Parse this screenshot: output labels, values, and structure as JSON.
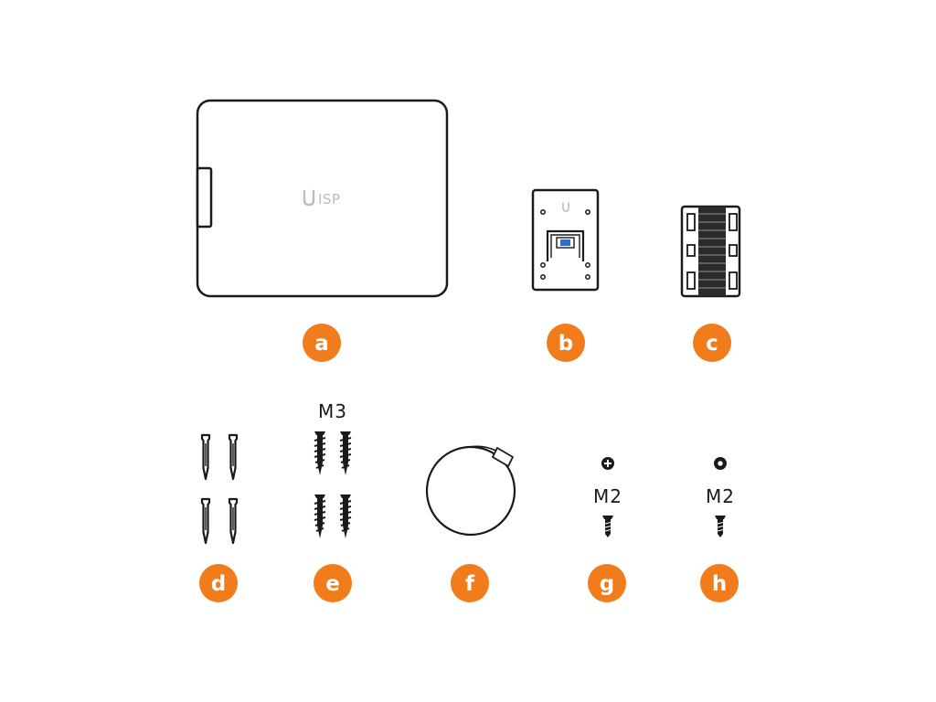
{
  "colors": {
    "badge": "#f07c1c",
    "line": "#1a1a1a",
    "brand": "#b9bcc2",
    "accent": "#2e6ecf"
  },
  "device": {
    "brand_text": "ISP",
    "logo_icon": "ubiquiti-u-logo"
  },
  "items": [
    {
      "letter": "a",
      "icon": "enclosure-box-icon"
    },
    {
      "letter": "b",
      "icon": "mounting-bracket-icon"
    },
    {
      "letter": "c",
      "icon": "heatsink-module-icon"
    },
    {
      "letter": "d",
      "icon": "wall-anchor-icon",
      "quantity": 4
    },
    {
      "letter": "e",
      "icon": "wood-screw-icon",
      "size": "M3",
      "quantity": 4
    },
    {
      "letter": "f",
      "icon": "hose-clamp-icon"
    },
    {
      "letter": "g",
      "icon": "phillips-screw-icon",
      "size": "M2",
      "head_icon": "phillips-head-icon"
    },
    {
      "letter": "h",
      "icon": "torx-screw-icon",
      "size": "M2",
      "head_icon": "torx-head-icon"
    }
  ]
}
